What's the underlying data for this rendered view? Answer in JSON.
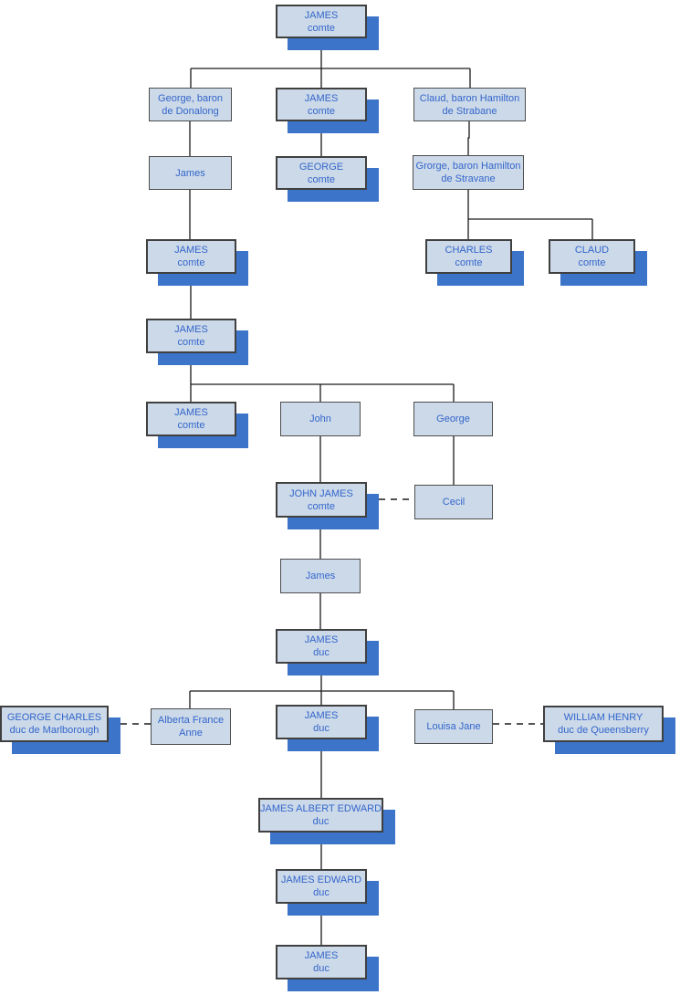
{
  "diagram_title": "family-tree",
  "colors": {
    "node_fill": "#ccd9e8",
    "node_border": "#404040",
    "shadow_blue": "#3b74c9",
    "text_blue": "#3366cc",
    "connector": "#1a1a1a"
  },
  "nodes": [
    {
      "id": "james-comte-1",
      "line1": "JAMES",
      "line2": "comte",
      "shadow": true
    },
    {
      "id": "george-baron-de-donalong",
      "line1": "George, baron",
      "line2": "de Donalong",
      "shadow": false
    },
    {
      "id": "james-comte-2",
      "line1": "JAMES",
      "line2": "comte",
      "shadow": true
    },
    {
      "id": "claud-baron-de-strabane",
      "line1": "Claud, baron Hamilton",
      "line2": "de Strabane",
      "shadow": false
    },
    {
      "id": "james-1",
      "line1": "James",
      "shadow": false
    },
    {
      "id": "george-comte",
      "line1": "GEORGE",
      "line2": "comte",
      "shadow": true
    },
    {
      "id": "grorge-baron-de-stravane",
      "line1": "Grorge, baron Hamilton",
      "line2": "de Stravane",
      "shadow": false
    },
    {
      "id": "james-comte-3",
      "line1": "JAMES",
      "line2": "comte",
      "shadow": true
    },
    {
      "id": "charles-comte",
      "line1": "CHARLES",
      "line2": "comte",
      "shadow": true
    },
    {
      "id": "claud-comte",
      "line1": "CLAUD",
      "line2": "comte",
      "shadow": true
    },
    {
      "id": "james-comte-4",
      "line1": "JAMES",
      "line2": "comte",
      "shadow": true
    },
    {
      "id": "james-comte-5",
      "line1": "JAMES",
      "line2": "comte",
      "shadow": true
    },
    {
      "id": "john",
      "line1": "John",
      "shadow": false
    },
    {
      "id": "george",
      "line1": "George",
      "shadow": false
    },
    {
      "id": "john-james-comte",
      "line1": "JOHN JAMES",
      "line2": "comte",
      "shadow": true
    },
    {
      "id": "cecil",
      "line1": "Cecil",
      "shadow": false
    },
    {
      "id": "james-2",
      "line1": "James",
      "shadow": false
    },
    {
      "id": "james-duc-1",
      "line1": "JAMES",
      "line2": "duc",
      "shadow": true
    },
    {
      "id": "george-charles-marlborough",
      "line1": "GEORGE CHARLES",
      "line2": "duc de Marlborough",
      "shadow": true
    },
    {
      "id": "alberta-france-anne",
      "line1": "Alberta France",
      "line2": "Anne",
      "shadow": false
    },
    {
      "id": "james-duc-2",
      "line1": "JAMES",
      "line2": "duc",
      "shadow": true
    },
    {
      "id": "louisa-jane",
      "line1": "Louisa Jane",
      "shadow": false
    },
    {
      "id": "william-henry-queensberry",
      "line1": "WILLIAM HENRY",
      "line2": "duc de Queensberry",
      "shadow": true
    },
    {
      "id": "james-albert-edward-duc",
      "line1": "JAMES ALBERT EDWARD",
      "line2": "duc",
      "shadow": true
    },
    {
      "id": "james-edward-duc",
      "line1": "JAMES EDWARD",
      "line2": "duc",
      "shadow": true
    },
    {
      "id": "james-duc-3",
      "line1": "JAMES",
      "line2": "duc",
      "shadow": true
    }
  ]
}
